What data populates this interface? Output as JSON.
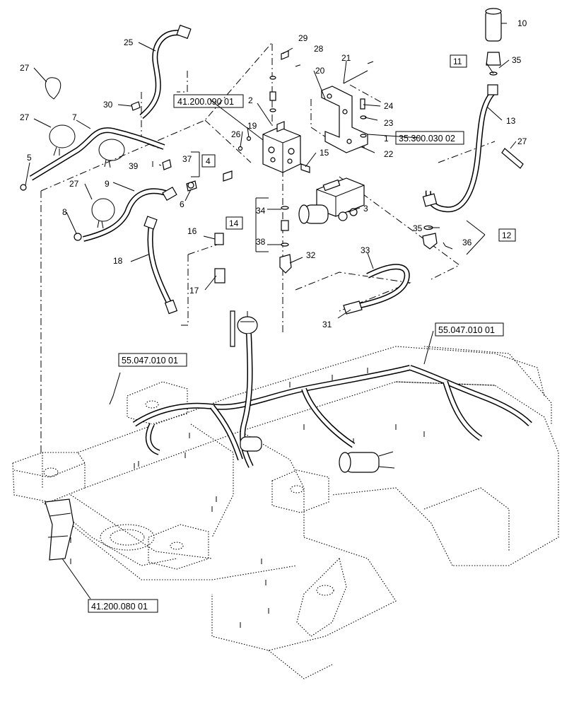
{
  "callouts": {
    "c1": "1",
    "c2": "2",
    "c3": "3",
    "c5": "5",
    "c6": "6",
    "c7": "7",
    "c8": "8",
    "c9": "9",
    "c10": "10",
    "c13": "13",
    "c15": "15",
    "c16": "16",
    "c17": "17",
    "c18": "18",
    "c19": "19",
    "c20": "20",
    "c21": "21",
    "c22": "22",
    "c23": "23",
    "c24": "24",
    "c25": "25",
    "c26": "26",
    "c27a": "27",
    "c27b": "27",
    "c27c": "27",
    "c27d": "27",
    "c28": "28",
    "c29": "29",
    "c30": "30",
    "c31": "31",
    "c32": "32",
    "c33": "33",
    "c34": "34",
    "c35a": "35",
    "c35b": "35",
    "c36": "36",
    "c37": "37",
    "c38": "38",
    "c39": "39"
  },
  "group_boxes": {
    "g4": "4",
    "g11": "11",
    "g12": "12",
    "g14": "14"
  },
  "references": {
    "r1": "41.200.090 01",
    "r2": "35.300.030 02",
    "r3": "55.047.010 01",
    "r4": "55.047.010 01",
    "r5": "41.200.080 01"
  }
}
